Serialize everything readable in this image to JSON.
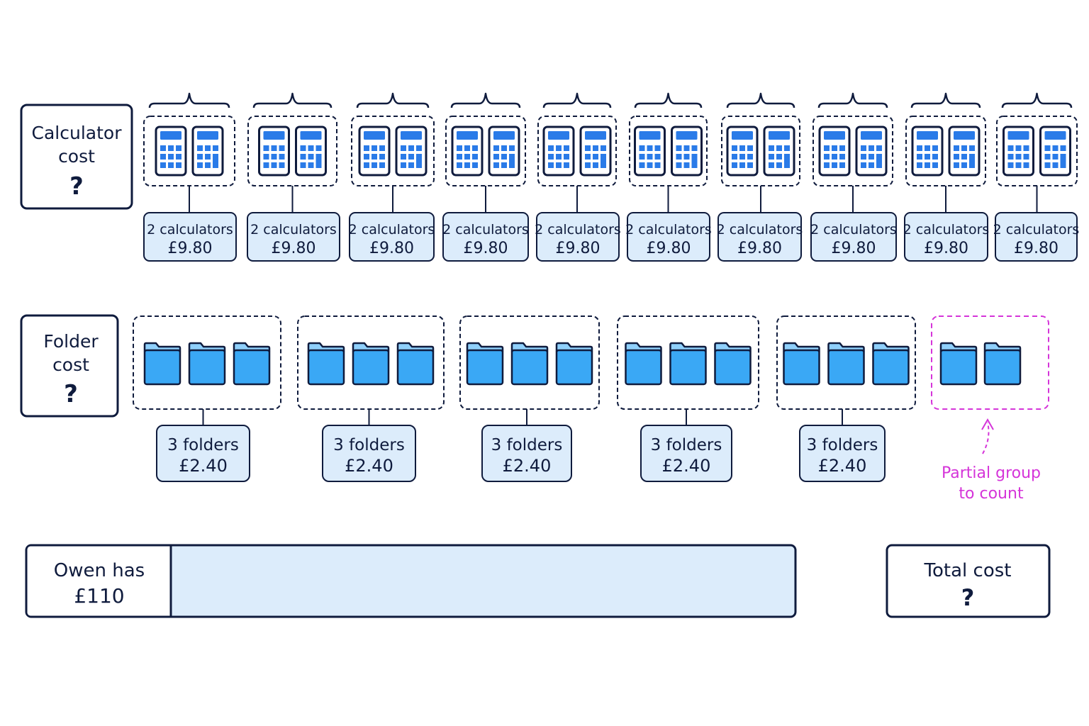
{
  "calculator_row": {
    "label_line1": "Calculator",
    "label_line2": "cost",
    "label_unknown": "?",
    "groups": [
      {
        "count_label": "2 calculators",
        "price": "£9.80"
      },
      {
        "count_label": "2 calculators",
        "price": "£9.80"
      },
      {
        "count_label": "2 calculators",
        "price": "£9.80"
      },
      {
        "count_label": "2 calculators",
        "price": "£9.80"
      },
      {
        "count_label": "2 calculators",
        "price": "£9.80"
      },
      {
        "count_label": "2 calculators",
        "price": "£9.80"
      },
      {
        "count_label": "2 calculators",
        "price": "£9.80"
      },
      {
        "count_label": "2 calculators",
        "price": "£9.80"
      },
      {
        "count_label": "2 calculators",
        "price": "£9.80"
      },
      {
        "count_label": "2 calculators",
        "price": "£9.80"
      }
    ]
  },
  "folder_row": {
    "label_line1": "Folder",
    "label_line2": "cost",
    "label_unknown": "?",
    "groups": [
      {
        "count_label": "3 folders",
        "price": "£2.40"
      },
      {
        "count_label": "3 folders",
        "price": "£2.40"
      },
      {
        "count_label": "3 folders",
        "price": "£2.40"
      },
      {
        "count_label": "3 folders",
        "price": "£2.40"
      },
      {
        "count_label": "3 folders",
        "price": "£2.40"
      }
    ],
    "partial_group_folder_count": 2,
    "partial_note_line1": "Partial group",
    "partial_note_line2": "to count"
  },
  "budget": {
    "label_line1": "Owen has",
    "label_line2": "£110"
  },
  "total": {
    "label_line1": "Total cost",
    "label_unknown": "?"
  },
  "colors": {
    "ink": "#0f1b3d",
    "fill": "#dcecfb",
    "icon_blue": "#2a7be8",
    "folder_blue": "#3aa8f5",
    "highlight": "#d534d9"
  }
}
